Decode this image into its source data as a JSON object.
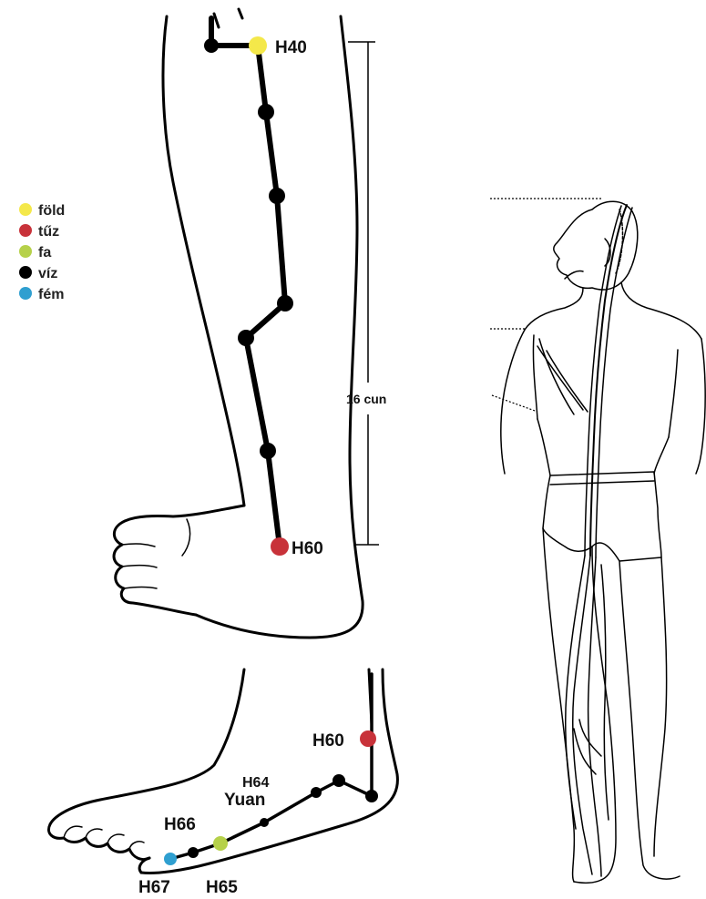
{
  "colors": {
    "fold": "#f4e84a",
    "tuz": "#c8323a",
    "fa": "#b6d14a",
    "viz": "#000000",
    "fem": "#2f9fd0"
  },
  "legend": [
    {
      "label": "föld",
      "color": "#f4e84a"
    },
    {
      "label": "tűz",
      "color": "#c8323a"
    },
    {
      "label": "fa",
      "color": "#b6d14a"
    },
    {
      "label": "víz",
      "color": "#000000"
    },
    {
      "label": "fém",
      "color": "#2f9fd0"
    }
  ],
  "measurement": "16 cun",
  "leg_points": {
    "h40": "H40",
    "h60": "H60"
  },
  "foot_points": {
    "h60": "H60",
    "h64": "H64",
    "yuan": "Yuan",
    "h66": "H66",
    "h65": "H65",
    "h67": "H67"
  }
}
